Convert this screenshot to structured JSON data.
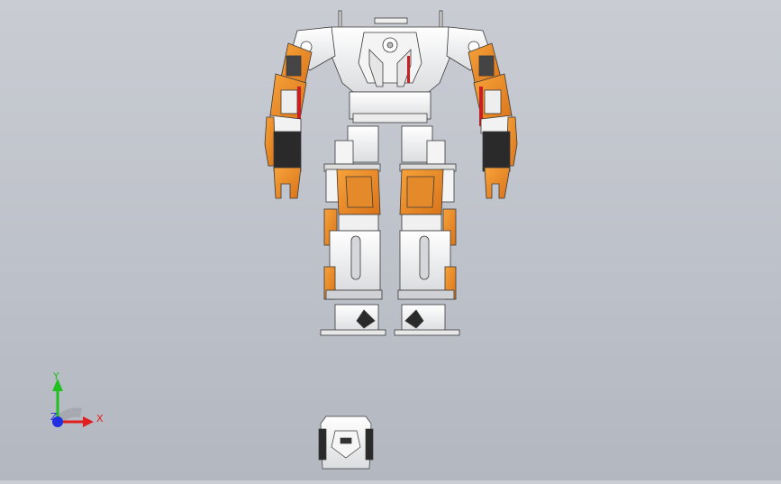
{
  "viewport": {
    "background_top": "#c9ccd3",
    "background_bottom": "#b3b7c0",
    "model": "humanoid-robot-assembly",
    "view": "front"
  },
  "triad": {
    "x_label": "X",
    "y_label": "Y",
    "z_label": "Z",
    "colors": {
      "x": "#e02020",
      "y": "#20c020",
      "z": "#2030e0"
    }
  },
  "colors": {
    "orange": "#f08c1e",
    "orange_dark": "#c86a10",
    "white_part": "#f2f2f2",
    "grey_part": "#a8acb2",
    "dark_part": "#2a2a2a",
    "red_accent": "#c82020",
    "outline": "#3a3a3a"
  }
}
